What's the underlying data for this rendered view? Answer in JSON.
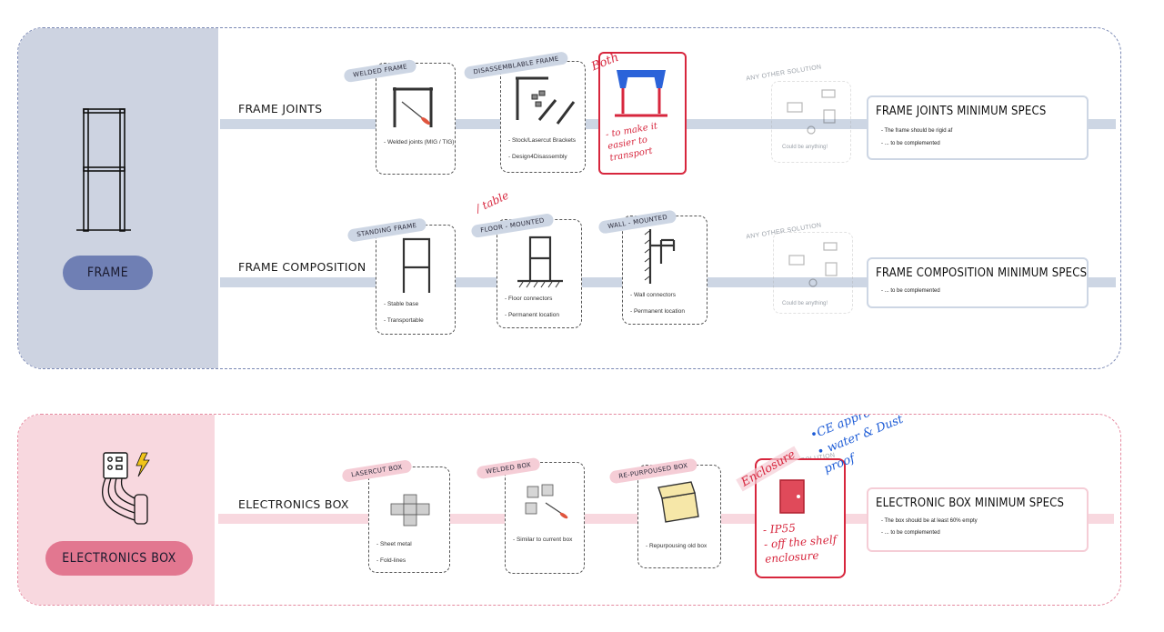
{
  "frame": {
    "label": "FRAME",
    "rows": [
      {
        "label": "FRAME JOINTS",
        "options": [
          {
            "tag": "WELDED FRAME",
            "items": [
              "- Welded joints (MIG / TIG)"
            ]
          },
          {
            "tag": "DISASSEMBLABLE FRAME",
            "items": [
              "- Stock/Lasercut Brackets",
              "- Design4Disassembly"
            ]
          }
        ],
        "ghost": {
          "tag": "ANY OTHER SOLUTION",
          "text": "Could be anything!"
        },
        "spec": {
          "title": "FRAME JOINTS MINIMUM SPECS",
          "items": [
            "- The frame should be rigid af",
            "- ... to be complemented"
          ]
        },
        "annotation": {
          "label": "Both",
          "note": [
            "- to make it",
            "easier to",
            "transport"
          ]
        }
      },
      {
        "label": "FRAME COMPOSITION",
        "options": [
          {
            "tag": "STANDING FRAME",
            "items": [
              "- Stable base",
              "- Transportable"
            ]
          },
          {
            "tag": "FLOOR - MOUNTED",
            "items": [
              "- Floor connectors",
              "- Permanent location"
            ]
          },
          {
            "tag": "WALL - MOUNTED",
            "items": [
              "- Wall connectors",
              "- Permanent location"
            ]
          }
        ],
        "ghost": {
          "tag": "ANY OTHER SOLUTION",
          "text": "Could be anything!"
        },
        "spec": {
          "title": "FRAME COMPOSITION MINIMUM SPECS",
          "items": [
            "- ... to be complemented"
          ]
        },
        "annotation": {
          "label": "/ table"
        }
      }
    ]
  },
  "electronics": {
    "label": "ELECTRONICS BOX",
    "row": {
      "label": "ELECTRONICS BOX",
      "options": [
        {
          "tag": "LASERCUT BOX",
          "items": [
            "- Sheet metal",
            "- Fold-lines"
          ]
        },
        {
          "tag": "WELDED BOX",
          "items": [
            "- Similar to current box"
          ]
        },
        {
          "tag": "RE-PURPOUSED BOX",
          "items": [
            "- Repurpousing old box"
          ]
        }
      ],
      "ghost": {
        "tag": "ANY OTHER SOLUTION"
      },
      "spec": {
        "title": "ELECTRONIC BOX MINIMUM SPECS",
        "items": [
          "- The box should be at least 60% empty",
          "- ... to be complemented"
        ]
      },
      "annotation": {
        "label": "Enclosure",
        "note": [
          "- IP55",
          "- off the shelf",
          "enclosure"
        ],
        "blue": [
          "•CE approved",
          "• water & Dust",
          "proof"
        ]
      }
    }
  },
  "colors": {
    "frame_accent": "#6f7fb4",
    "frame_panel": "#cdd3e1",
    "electronics_accent": "#e27790",
    "electronics_panel": "#f8d8df",
    "annotation_red": "#d7263d",
    "annotation_blue": "#1c5bd6"
  }
}
